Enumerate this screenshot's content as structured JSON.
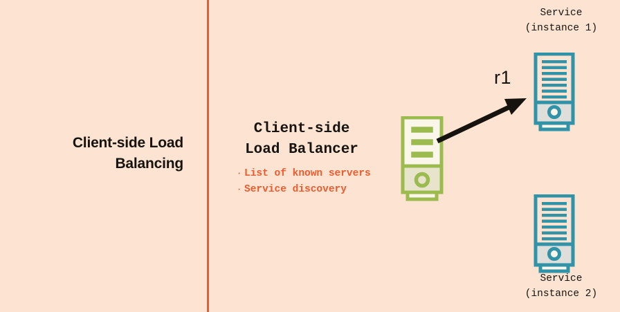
{
  "slide": {
    "background_color": "#FCE3D2",
    "divider_color": "#EC5C2E",
    "title_line1": "Client-side Load",
    "title_line2": "Balancing"
  },
  "load_balancer": {
    "heading_line1": "Client-side",
    "heading_line2": "Load Balancer",
    "bullet_glyph": "·",
    "bullets": [
      "List of known servers",
      "Service discovery"
    ],
    "text_color": "#16130F",
    "bullet_color": "#EC5C2E",
    "icon_name": "green-server-tower",
    "icon_stroke_color": "#9CBB4F",
    "icon_fill_color": "#E8E4CC"
  },
  "arrow": {
    "label": "r1",
    "color": "#16130F"
  },
  "services": [
    {
      "label_line1": "Service",
      "label_line2": "(instance 1)",
      "icon_name": "teal-server-tower",
      "icon_stroke_color": "#3093A8",
      "icon_fill_color": "#DEDEDA"
    },
    {
      "label_line1": "Service",
      "label_line2": "(instance 2)",
      "icon_name": "teal-server-tower",
      "icon_stroke_color": "#3093A8",
      "icon_fill_color": "#DEDEDA"
    }
  ]
}
